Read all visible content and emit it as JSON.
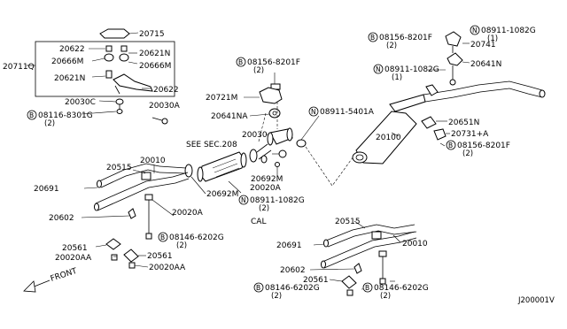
{
  "labels": {
    "p20715": "20715",
    "p20622_top": "20622",
    "p20666M_left": "20666M",
    "p20621N_top": "20621N",
    "p20711Q": "20711Q",
    "p20666M_right": "20666M",
    "p20621N_left": "20621N",
    "p20622_right": "20622",
    "p20030C": "20030C",
    "p20030A_top": "20030A",
    "p08116": "08116-8301G",
    "p08116_qty": "(2)",
    "p08156_mid": "08156-8201F",
    "p08156_mid_qty": "(2)",
    "p20721M": "20721M",
    "p20641NA": "20641NA",
    "p20030": "20030",
    "see_sec": "SEE SEC.208",
    "p08911_5401A": "08911-5401A",
    "p08156_right": "08156-8201F",
    "p08156_right_qty": "(2)",
    "p08911_1082G_right": "08911-1082G",
    "p08911_1082G_right_qty": "(1)",
    "p20741": "20741",
    "p08911_1082G_mid": "08911-1082G",
    "p08911_1082G_mid_qty": "(1)",
    "p20641N": "20641N",
    "p20651N": "20651N",
    "p20100": "20100",
    "p20731A": "20731+A",
    "p08156_lower": "08156-8201F",
    "p08156_lower_qty": "(2)",
    "p20515_left": "20515",
    "p20010_left": "20010",
    "p20692M_a": "20692M",
    "p20692M_b": "20692M",
    "p20020A_mid": "20020A",
    "p08911_1082G_low": "08911-1082G",
    "p08911_1082G_low_qty": "(2)",
    "p20691_left": "20691",
    "p20602_left": "20602",
    "p20020A_low": "20020A",
    "p08146_left": "08146-6202G",
    "p08146_left_qty": "(2)",
    "cal": "CAL",
    "p20561_a": "20561",
    "p20020AA_a": "20020AA",
    "p20561_b": "20561",
    "p20020AA_b": "20020AA",
    "front": "FRONT",
    "p20515_right": "20515",
    "p20691_right": "20691",
    "p20010_right": "20010",
    "p20602_right": "20602",
    "p20561_right": "20561",
    "p08146_right_a": "08146-6202G",
    "p08146_right_a_qty": "(2)",
    "p08146_right_b": "08146-6202G",
    "p08146_right_b_qty": "(2)",
    "code": "J200001V"
  },
  "symbols": {
    "bolt_badge": "B",
    "nut_badge": "N"
  }
}
